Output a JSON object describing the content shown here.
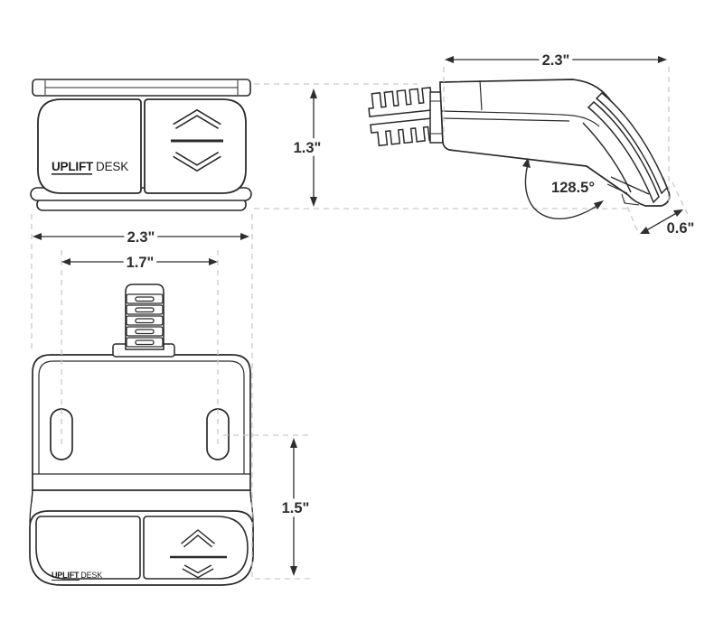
{
  "brand": {
    "name_primary": "UPLIFT",
    "name_secondary": "DESK"
  },
  "dimensions": {
    "front_width": "2.3\"",
    "front_height": "1.3\"",
    "slot_spacing": "1.7\"",
    "keypad_depth": "1.5\"",
    "side_length": "2.3\"",
    "tilt_angle": "128.5°",
    "edge_thickness": "0.6\""
  },
  "icons": {
    "up_button": "up-arrow",
    "down_button": "down-arrow"
  },
  "colors": {
    "background": "#ffffff",
    "line_art": "#2a2a2a",
    "construction_guide": "#c9c9c9",
    "dimension_ink": "#2e2e2e"
  }
}
